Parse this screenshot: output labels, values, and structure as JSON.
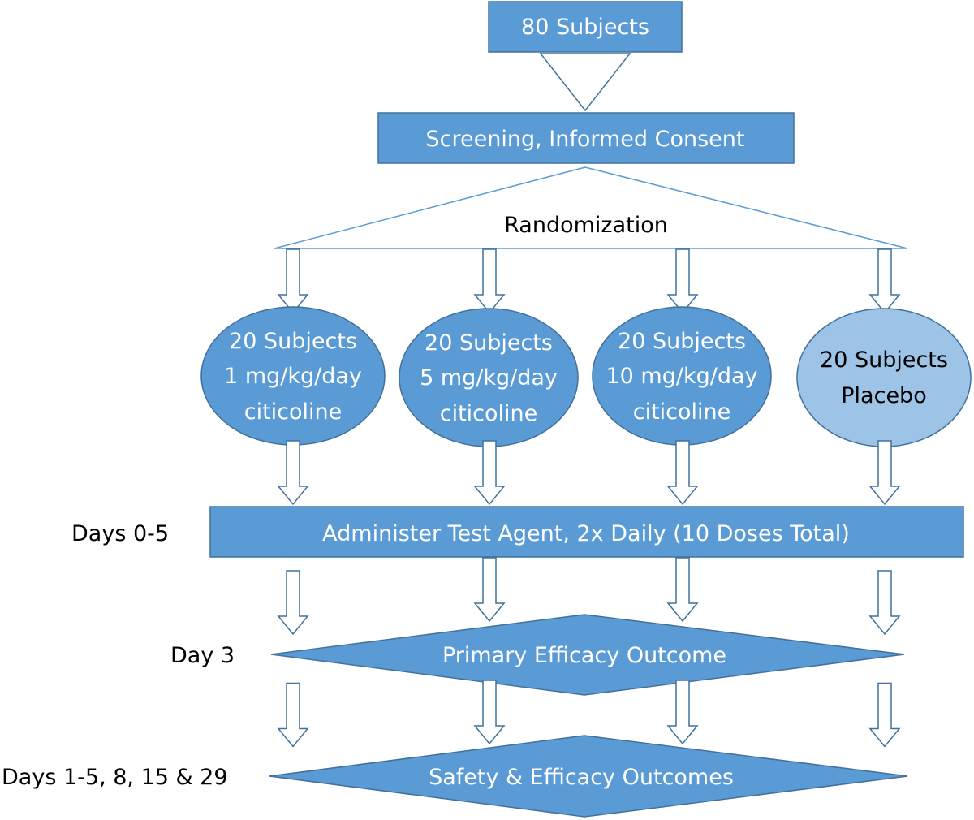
{
  "colors": {
    "box_fill": "#5B9BD5",
    "box_stroke": "#41719C",
    "placebo_fill": "#9DC3E6",
    "arrow_stroke": "#41719C",
    "line_stroke": "#5B9BD5"
  },
  "nodes": {
    "subjects_total": "80 Subjects",
    "screening": "Screening, Informed Consent",
    "randomization": "Randomization",
    "arm1": {
      "line1": "20 Subjects",
      "line2": "1 mg/kg/day",
      "line3": "citicoline"
    },
    "arm2": {
      "line1": "20 Subjects",
      "line2": "5 mg/kg/day",
      "line3": "citicoline"
    },
    "arm3": {
      "line1": "20 Subjects",
      "line2": "10 mg/kg/day",
      "line3": "citicoline"
    },
    "arm4": {
      "line1": "20 Subjects",
      "line2": "Placebo"
    },
    "administer": "Administer Test Agent, 2x Daily (10 Doses Total)",
    "primary": "Primary Efficacy Outcome",
    "safety": "Safety & Efficacy Outcomes"
  },
  "timeline": {
    "days_0_5": "Days 0-5",
    "day_3": "Day 3",
    "days_followup": "Days 1-5, 8, 15 & 29"
  }
}
